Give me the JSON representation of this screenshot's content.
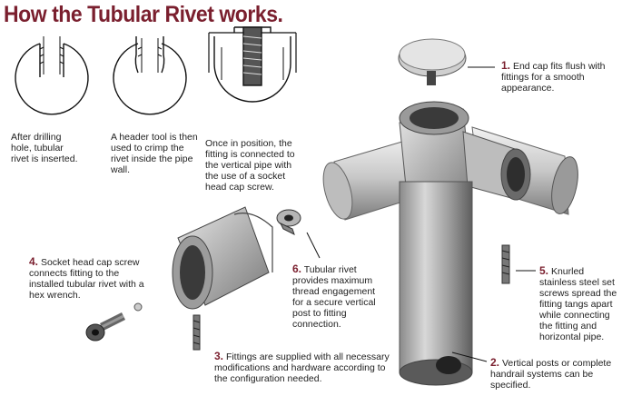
{
  "title": "How the Tubular Rivet works.",
  "steps_top": {
    "s1": "After drilling hole, tubular rivet is inserted.",
    "s2": "A header tool is then used to crimp the rivet inside the pipe wall.",
    "s3": "Once in position, the fitting is connected to the vertical pipe with the use of a socket head cap screw."
  },
  "callouts": {
    "c1": {
      "num": "1.",
      "text": "End cap fits flush with fittings for a smooth appearance."
    },
    "c2": {
      "num": "2.",
      "text": "Vertical posts or complete handrail systems can be specified."
    },
    "c3": {
      "num": "3.",
      "text": "Fittings are supplied with all necessary modifications and hardware according to the configuration needed."
    },
    "c4": {
      "num": "4.",
      "text": "Socket head cap screw connects fitting to the installed tubular rivet with a hex wrench."
    },
    "c5": {
      "num": "5.",
      "text": "Knurled stainless steel set screws spread the fitting tangs apart while connecting the fitting and horizontal pipe."
    },
    "c6": {
      "num": "6.",
      "text": "Tubular rivet provides maximum thread engagement for a secure vertical post to fitting connection."
    }
  }
}
